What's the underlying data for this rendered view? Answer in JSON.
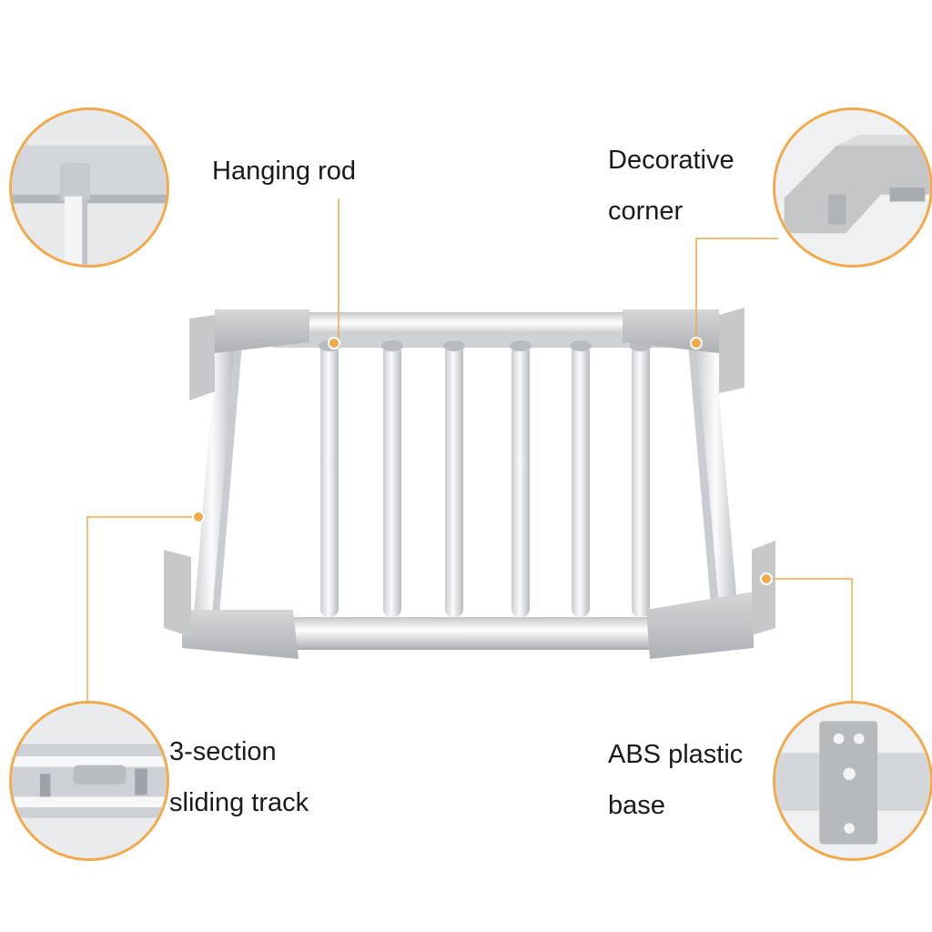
{
  "callouts": {
    "hanging_rod": "Hanging rod",
    "decorative_corner": "Decorative\ncorner",
    "sliding_track": "3-section\nsliding track",
    "abs_base": "ABS plastic\nbase"
  },
  "colors": {
    "accent": "#f2a94a",
    "frame": "#d9dcdf",
    "plastic": "#bfc1c3",
    "rod": "#e4e6e8"
  }
}
